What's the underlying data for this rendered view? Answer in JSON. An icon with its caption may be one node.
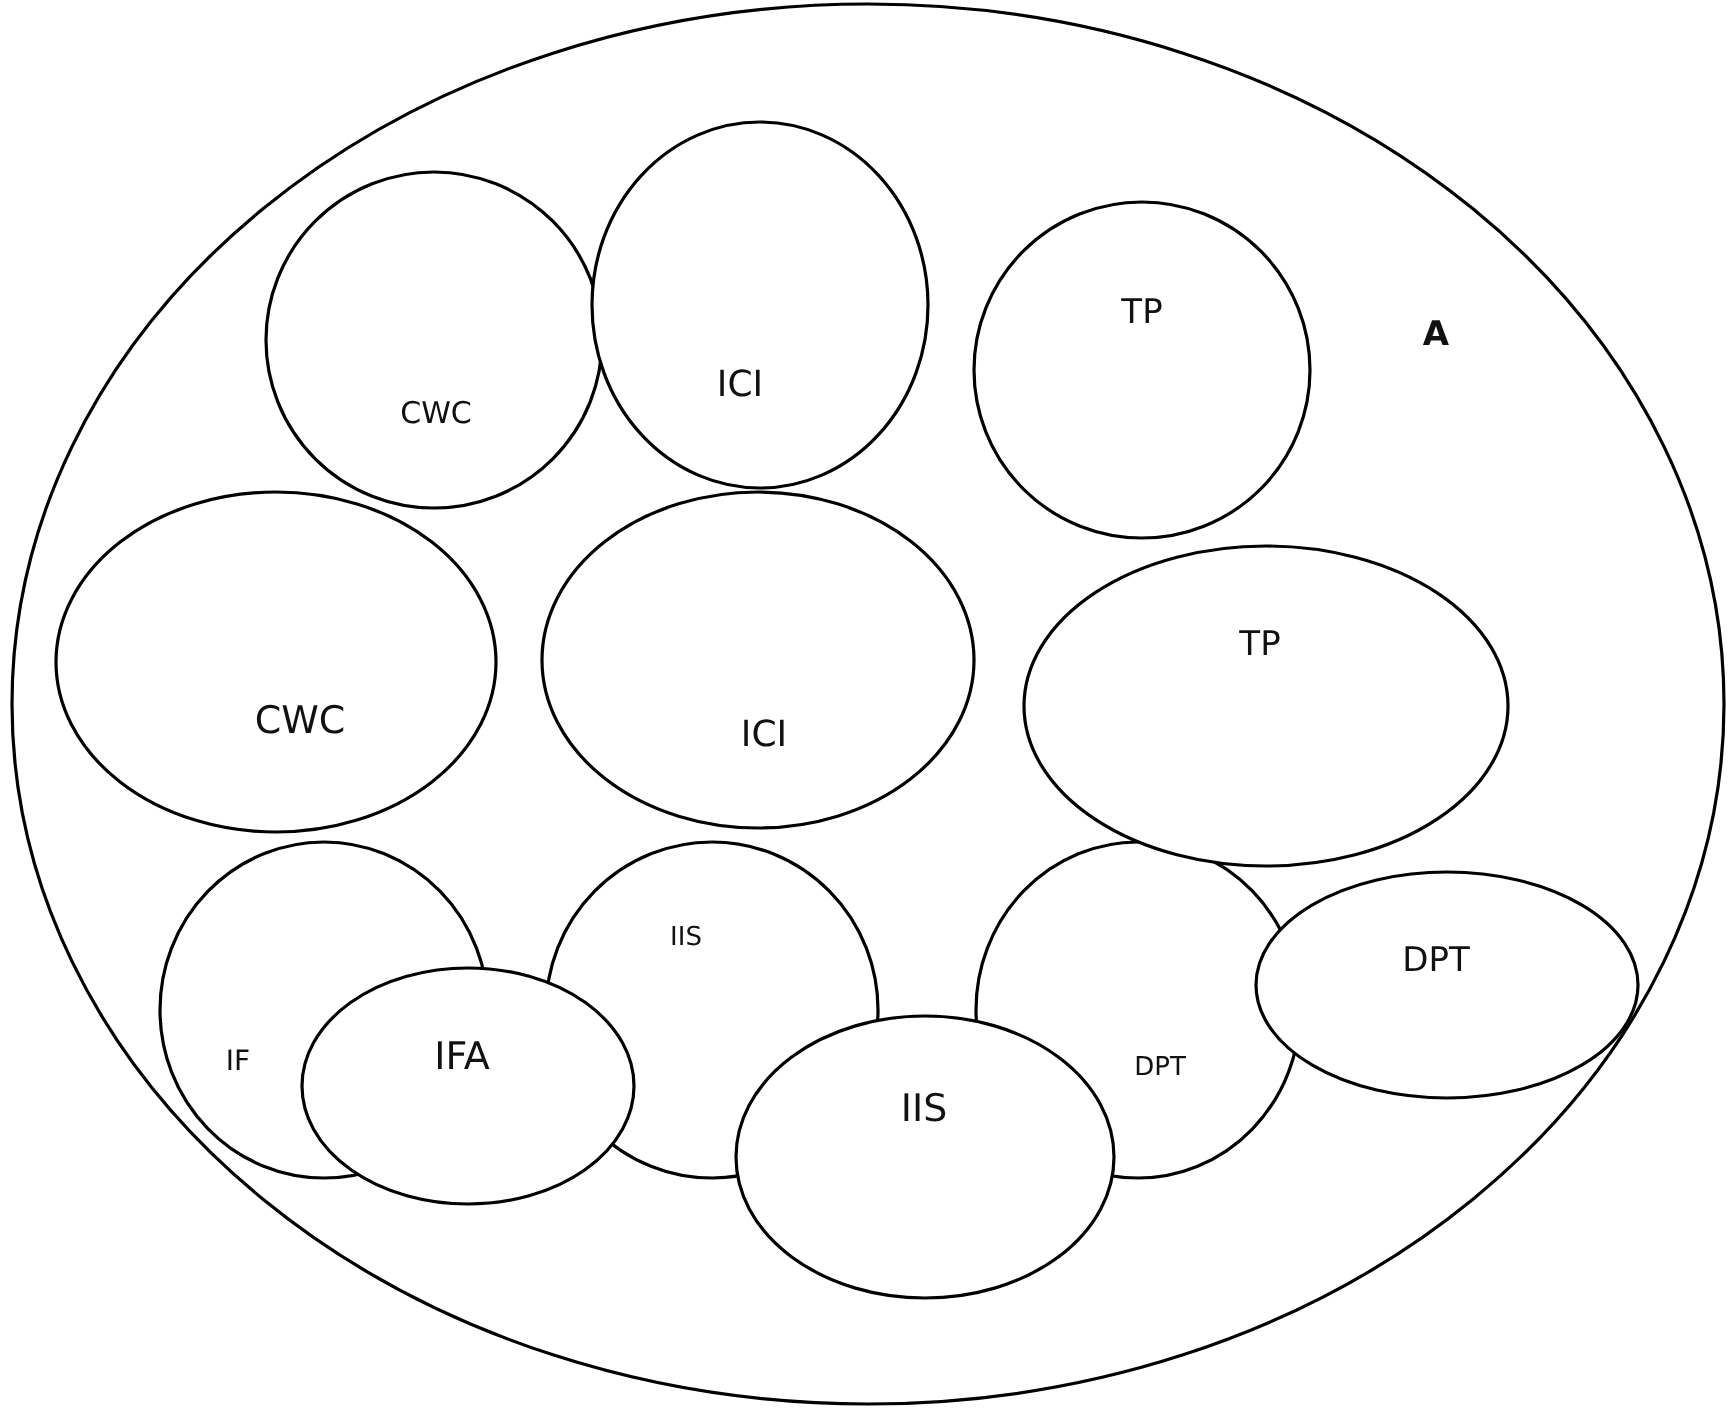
{
  "diagram": {
    "nodes": [
      {
        "text": [
          "A"
        ]
      },
      {
        "text": [
          "CWC"
        ],
        "in": 0
      },
      {
        "text": [
          "ICI"
        ],
        "in": 0
      },
      {
        "text": [
          "TP"
        ],
        "in": 0
      },
      {
        "text": [
          "CWC"
        ],
        "in": 0
      },
      {
        "text": [
          "ICI"
        ],
        "in": 0
      },
      {
        "text": [
          "TP"
        ],
        "in": 0
      },
      {
        "text": [
          "IF"
        ],
        "in": 0
      },
      {
        "text": [
          "IFA"
        ],
        "in": 0
      },
      {
        "text": [
          "IIS"
        ],
        "in": 0
      },
      {
        "text": [
          "IIS"
        ],
        "in": 0
      },
      {
        "text": [
          "DPT"
        ],
        "in": 0
      },
      {
        "text": [
          "DPT"
        ],
        "in": 0
      }
    ]
  }
}
